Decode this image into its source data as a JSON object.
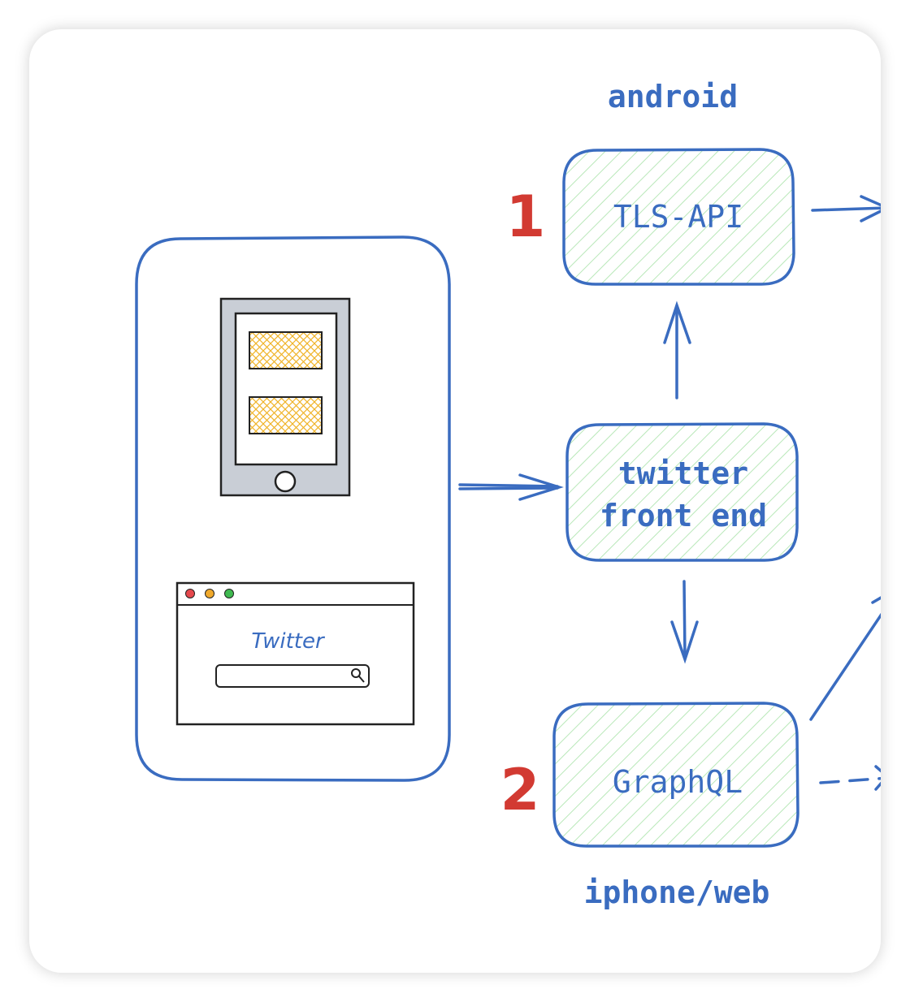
{
  "diagram": {
    "labels": {
      "android": "android",
      "iphone_web": "iphone/web",
      "tls_api": "TLS-API",
      "front_end_line1": "twitter",
      "front_end_line2": "front end",
      "graphql": "GraphQL",
      "marker_1": "1",
      "marker_2": "2",
      "browser_title": "Twitter"
    },
    "colors": {
      "stroke_blue": "#3a6cc0",
      "hatch_green": "#b9e8b9",
      "marker_red": "#d23a32",
      "phone_gray": "#c9ced6",
      "tile_orange": "#f0b429",
      "dot_red": "#e5484d",
      "dot_yellow": "#f0a92c",
      "dot_green": "#3fb950"
    }
  }
}
